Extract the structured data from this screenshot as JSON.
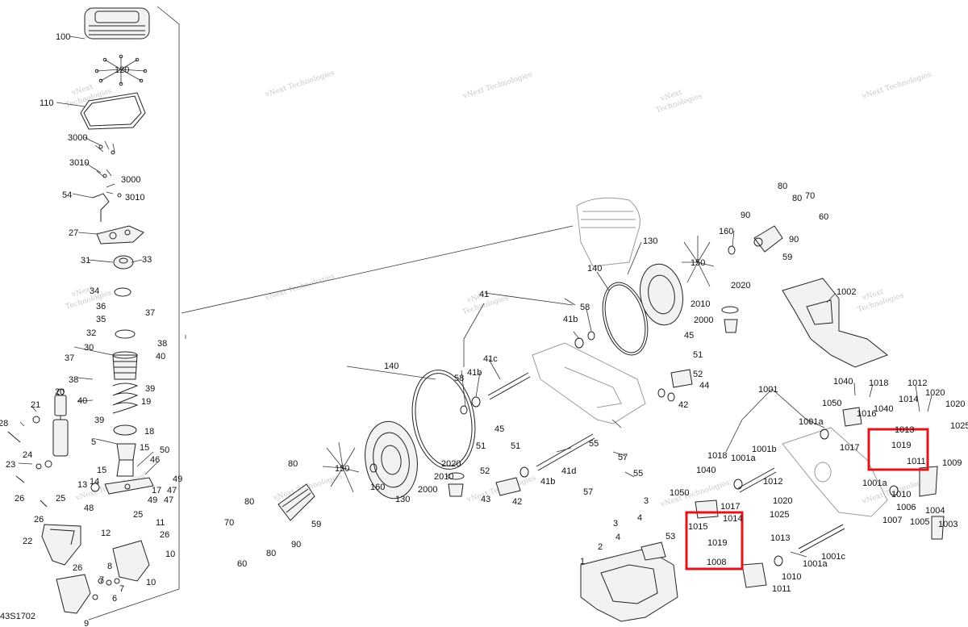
{
  "document_code": "43S1702",
  "watermark": {
    "line1": "vNext",
    "line2": "Technologies",
    "line3": "vNext Technologies"
  },
  "highlight_color": "#e0151c",
  "callouts": {
    "c100": "100",
    "c120": "120",
    "c110": "110",
    "c3000a": "3000",
    "c3010a": "3010",
    "c3000b": "3000",
    "c3010b": "3010",
    "c54": "54",
    "c27": "27",
    "c31": "31",
    "c33": "33",
    "c34": "34",
    "c36": "36",
    "c35": "35",
    "c37a": "37",
    "c32": "32",
    "c38a": "38",
    "c30": "30",
    "c40a": "40",
    "c37b": "37",
    "c39a": "39",
    "c38b": "38",
    "c40b": "40",
    "c19": "19",
    "c39b": "39",
    "c20": "20",
    "c21": "21",
    "c18": "18",
    "c28": "28",
    "c24": "24",
    "c5": "5",
    "c15a": "15",
    "c50": "50",
    "c46": "46",
    "c49": "49",
    "c23": "23",
    "c15b": "15",
    "c47a": "47",
    "c14": "14",
    "c17": "17",
    "c47b": "47",
    "c13": "13",
    "c26a": "26",
    "c25a": "25",
    "c48": "48",
    "c49b": "49",
    "c26b": "26",
    "c25b": "25",
    "c22": "22",
    "c12": "12",
    "c11": "11",
    "c26c": "26",
    "c10a": "10",
    "c8": "8",
    "c26d": "26",
    "c7": "7",
    "c6": "6",
    "c9": "9",
    "c10b": "10",
    "c7b": "7",
    "c41": "41",
    "c58a": "58",
    "c41b_a": "41b",
    "c41c": "41c",
    "c140a": "140",
    "c58b": "58",
    "c41b_b": "41b",
    "c45a": "45",
    "c51a": "51",
    "c51b": "51",
    "c52a": "52",
    "c2020a": "2020",
    "c2010a": "2010",
    "c2000a": "2000",
    "c43": "43",
    "c42a": "42",
    "c55a": "55",
    "c41d": "41d",
    "c41b_c": "41b",
    "c57a": "57",
    "c55b": "55",
    "c57b": "57",
    "c80a": "80",
    "c150a": "150",
    "c160a": "160",
    "c130a": "130",
    "c70a": "70",
    "c80b": "80",
    "c59a": "59",
    "c90a": "90",
    "c80c": "80",
    "c60a": "60",
    "c140b": "140",
    "c130b": "130",
    "c150b": "150",
    "c160b": "160",
    "c2020b": "2020",
    "c2010b": "2010",
    "c2000b": "2000",
    "c80d": "80",
    "c90b": "90",
    "c80e": "80",
    "c70b": "70",
    "c60b": "60",
    "c90c": "90",
    "c59b": "59",
    "c45b": "45",
    "c51c": "51",
    "c52b": "52",
    "c44": "44",
    "c42b": "42",
    "c1002": "1002",
    "c1001": "1001",
    "c1001a_a": "1001a",
    "c1017a": "1017",
    "c1040a": "1040",
    "c1018a": "1018",
    "c1012a": "1012",
    "c1020a": "1020",
    "c1050a": "1050",
    "c1040b": "1040",
    "c1014a": "1014",
    "c1020b": "1020",
    "c1016": "1016",
    "c1013a": "1013",
    "c1025a": "1025",
    "c1019a": "1019",
    "c1011a": "1011",
    "c1009": "1009",
    "c1010a": "1010",
    "c1001a_b": "1001a",
    "c1006": "1006",
    "c1004": "1004",
    "c1007": "1007",
    "c1005": "1005",
    "c1003": "1003",
    "c1018b": "1018",
    "c1001b": "1001b",
    "c1040c": "1040",
    "c1001a_c": "1001a",
    "c1050b": "1050",
    "c1017b": "1017",
    "c1012b": "1012",
    "c1020c": "1020",
    "c1015": "1015",
    "c1014b": "1014",
    "c1025b": "1025",
    "c1019b": "1019",
    "c1013b": "1013",
    "c1008": "1008",
    "c1010b": "1010",
    "c1001a_d": "1001a",
    "c1001c": "1001c",
    "c1011b": "1011",
    "c3": "3",
    "c3b": "3",
    "c4": "4",
    "c4b": "4",
    "c53": "53",
    "c2": "2",
    "c1": "1"
  }
}
